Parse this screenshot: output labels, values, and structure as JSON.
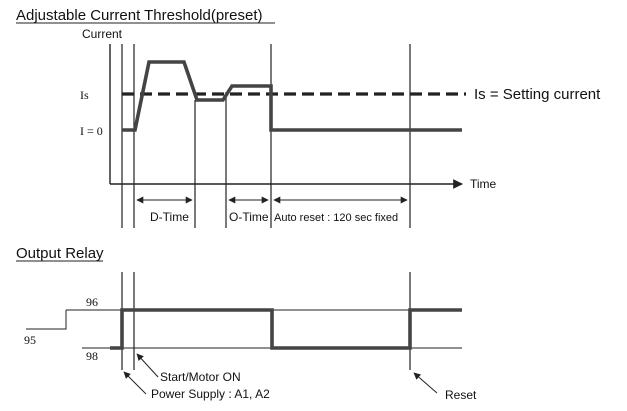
{
  "top": {
    "title": "Adjustable Current Threshold(preset)",
    "y_axis_label": "Current",
    "label_is": "Is",
    "label_i0": "I = 0",
    "legend_is": "Is = Setting current",
    "x_axis_label": "Time",
    "d_time": "D-Time",
    "o_time": "O-Time",
    "auto_reset": "Auto reset : 120 sec fixed"
  },
  "bottom": {
    "title": "Output Relay",
    "label_96": "96",
    "label_95": "95",
    "label_98": "98",
    "start_motor_on": "Start/Motor ON",
    "power_supply": "Power Supply : A1, A2",
    "reset": "Reset"
  }
}
